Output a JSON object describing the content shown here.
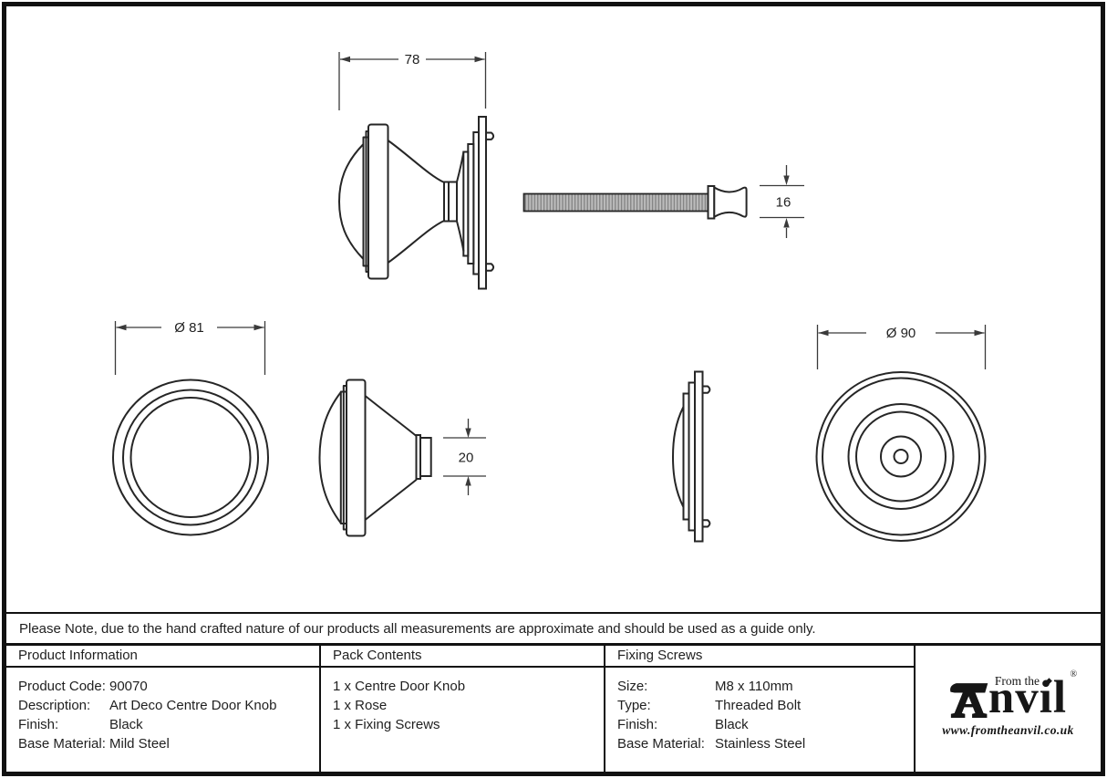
{
  "document": {
    "note": "Please Note, due to the hand crafted nature of our products all measurements are approximate and should be used as a guide only."
  },
  "dimensions": {
    "knob_assembly_width": "78",
    "bolt_knob_height": "16",
    "knob_face_diameter": "Ø 81",
    "knob_neck_height": "20",
    "rose_diameter": "Ø 90"
  },
  "table": {
    "product_information": {
      "header": "Product Information",
      "rows": [
        {
          "label": "Product Code:",
          "value": "90070"
        },
        {
          "label": "Description:",
          "value": "Art Deco Centre Door Knob"
        },
        {
          "label": "Finish:",
          "value": "Black"
        },
        {
          "label": "Base Material:",
          "value": "Mild Steel"
        }
      ]
    },
    "pack_contents": {
      "header": "Pack Contents",
      "items": [
        "1 x Centre Door Knob",
        "1 x Rose",
        "1 x Fixing Screws"
      ]
    },
    "fixing_screws": {
      "header": "Fixing Screws",
      "rows": [
        {
          "label": "Size:",
          "value": "M8 x 110mm"
        },
        {
          "label": "Type:",
          "value": "Threaded Bolt"
        },
        {
          "label": "Finish:",
          "value": "Black"
        },
        {
          "label": "Base Material:",
          "value": "Stainless Steel"
        }
      ]
    }
  },
  "logo": {
    "tagline": "From the",
    "brand_text": "nvil",
    "separator_diamond": "◆",
    "registered_mark": "®",
    "website": "www.fromtheanvil.co.uk"
  },
  "colors": {
    "line": "#262626",
    "border": "#111111",
    "bolt_fill": "#bcbcbc",
    "bolt_hatch": "#7d7d7d"
  }
}
